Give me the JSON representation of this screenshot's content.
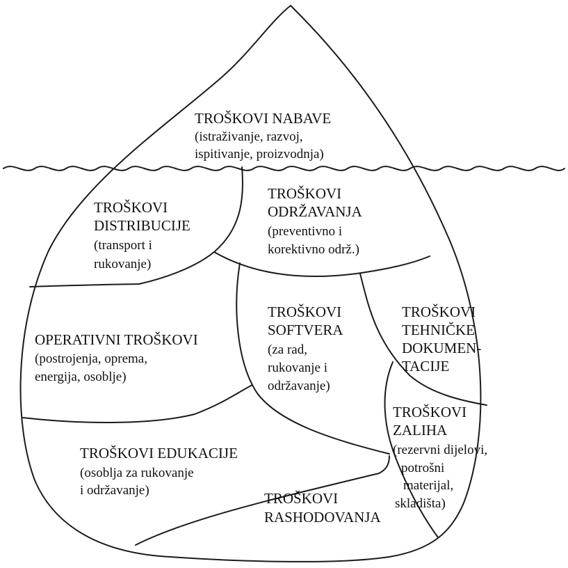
{
  "diagram": {
    "segments": {
      "nabave": {
        "title": "TROŠKOVI NABAVE",
        "lines": [
          "(istraživanje, razvoj,",
          "ispitivanje, proizvodnja)"
        ]
      },
      "distribucije": {
        "title": [
          "TROŠKOVI",
          "DISTRIBUCIJE"
        ],
        "lines": [
          "(transport i",
          "rukovanje)"
        ]
      },
      "odrzavanja": {
        "title": [
          "TROŠKOVI",
          "ODRŽAVANJA"
        ],
        "lines": [
          "(preventivno i",
          "korektivno održ.)"
        ]
      },
      "operativni": {
        "title": "OPERATIVNI TROŠKOVI",
        "lines": [
          "(postrojenja, oprema,",
          "energija, osoblje)"
        ]
      },
      "softvera": {
        "title": [
          "TROŠKOVI",
          "SOFTVERA"
        ],
        "lines": [
          "(za rad,",
          "rukovanje i",
          "održavanje)"
        ]
      },
      "dokumentacije": {
        "title": [
          "TROŠKOVI",
          "TEHNIČKE",
          "DOKUMEN-",
          "TACIJE"
        ]
      },
      "zaliha": {
        "title": [
          "TROŠKOVI",
          "ZALIHA"
        ],
        "lines": [
          "(rezervni dijelovi,",
          "potrošni",
          "materijal,",
          "skladišta)"
        ]
      },
      "edukacije": {
        "title": "TROŠKOVI EDUKACIJE",
        "lines": [
          "(osoblja za rukovanje",
          "i održavanje)"
        ]
      },
      "rashodovanja": {
        "title": [
          "TROŠKOVI",
          "RASHODOVANJA"
        ]
      }
    }
  }
}
